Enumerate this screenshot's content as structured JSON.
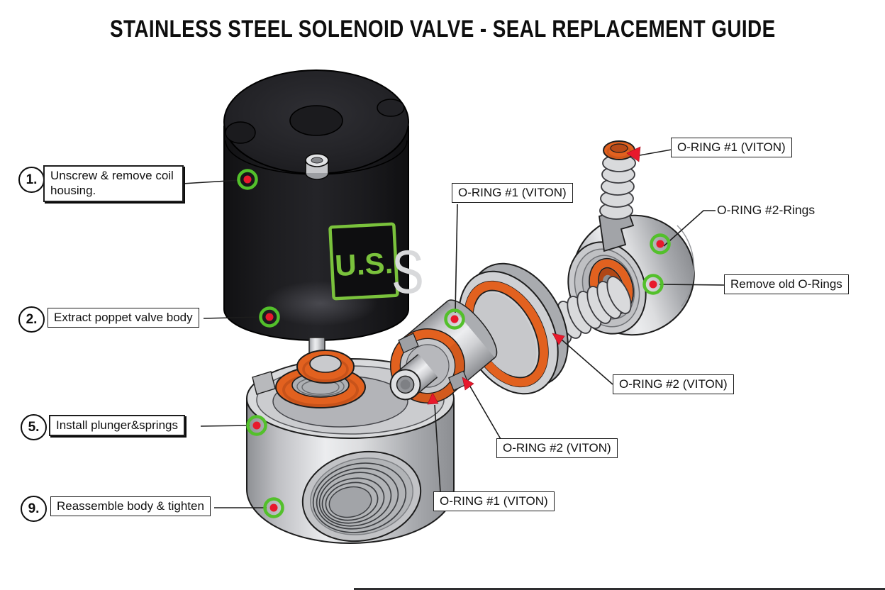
{
  "title": "STAINLESS STEEL SOLENOID VALVE - SEAL REPLACEMENT GUIDE",
  "brand": {
    "logo_text": "U.S.",
    "partial_text": "S"
  },
  "steps": [
    {
      "num": "1.",
      "text": "Unscrew & remove coil housing."
    },
    {
      "num": "2.",
      "text": "Extract poppet valve body"
    },
    {
      "num": "5.",
      "text": "Install plunger&springs"
    },
    {
      "num": "9.",
      "text": "Reassemble body & tighten"
    }
  ],
  "callouts": {
    "oring1_top": "O-RING #1 (VITON)",
    "oring1_mid": "O-RING #1 (VITON)",
    "oring2_rings": "O-RING #2-Rings",
    "remove_old_orings": "Remove old O-Rings",
    "oring2_mid": "O-RING #2 (VITON)",
    "oring2_lower": "O-RING #2 (VITON)",
    "oring1_lower": "O-RING #1 (VITON)"
  },
  "colors": {
    "oring_orange": "#E2611F",
    "oring_shadow": "#B84A18",
    "marker_green": "#53C02B",
    "marker_red": "#E8192C",
    "logo_green": "#7AC23C",
    "steel_grey": "#C6C7CA",
    "housing_black": "#1A1A1D"
  }
}
